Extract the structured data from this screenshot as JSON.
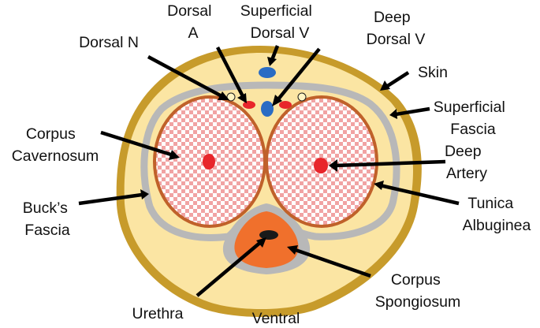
{
  "labels": {
    "dorsal_artery": [
      "Dorsal",
      "A"
    ],
    "superficial_dorsal_vein": [
      "Superficial",
      "Dorsal V"
    ],
    "deep_dorsal_vein": [
      "Deep",
      "Dorsal V"
    ],
    "dorsal_nerve": "Dorsal N",
    "skin": "Skin",
    "superficial_fascia": [
      "Superficial",
      "Fascia"
    ],
    "corpus_cavernosum": [
      "Corpus",
      "Cavernosum"
    ],
    "deep_artery": [
      "Deep",
      "Artery"
    ],
    "bucks_fascia": [
      "Buck’s",
      "Fascia"
    ],
    "tunica_albuginea": [
      "Tunica",
      "Albuginea"
    ],
    "corpus_spongiosum": [
      "Corpus",
      "Spongiosum"
    ],
    "urethra": "Urethra",
    "ventral": "Ventral"
  },
  "colors": {
    "skin": "#c79b2b",
    "fascia_fill": "#fbe5a3",
    "bucks_fascia": "#b8b8b8",
    "tunica": "#c0612a",
    "erectile_base": "#ffffff",
    "erectile_pattern": "#f1a3a3",
    "artery": "#e8262b",
    "vein": "#2a6cc4",
    "nerve": "#fff4c2",
    "spongiosum": "#f0702c",
    "urethra": "#1a1a1a",
    "arrow": "#000000"
  }
}
